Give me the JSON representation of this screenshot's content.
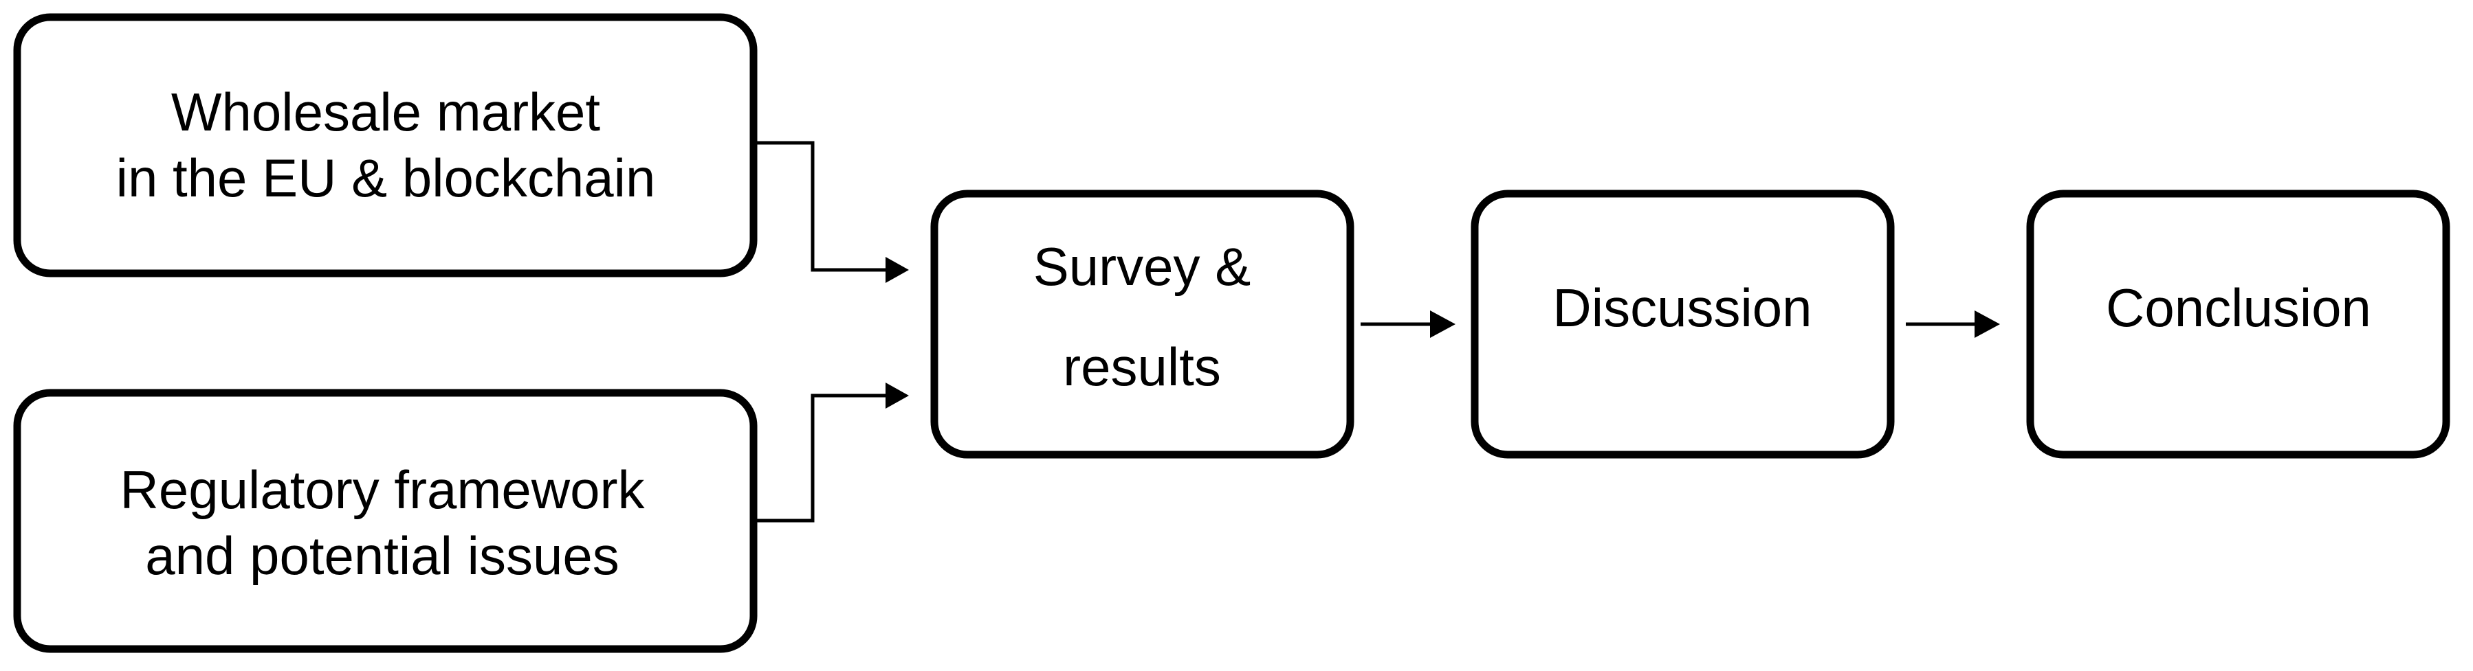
{
  "diagram": {
    "boxes": {
      "wholesale": {
        "line1": "Wholesale market",
        "line2": "in the EU & blockchain"
      },
      "regulatory": {
        "line1": "Regulatory framework",
        "line2": "and potential issues"
      },
      "survey": {
        "line1": "Survey &",
        "line2": "results"
      },
      "discussion": {
        "label": "Discussion"
      },
      "conclusion": {
        "label": "Conclusion"
      }
    }
  },
  "colors": {
    "stroke": "#000000",
    "fill": "#ffffff",
    "text": "#000000"
  }
}
